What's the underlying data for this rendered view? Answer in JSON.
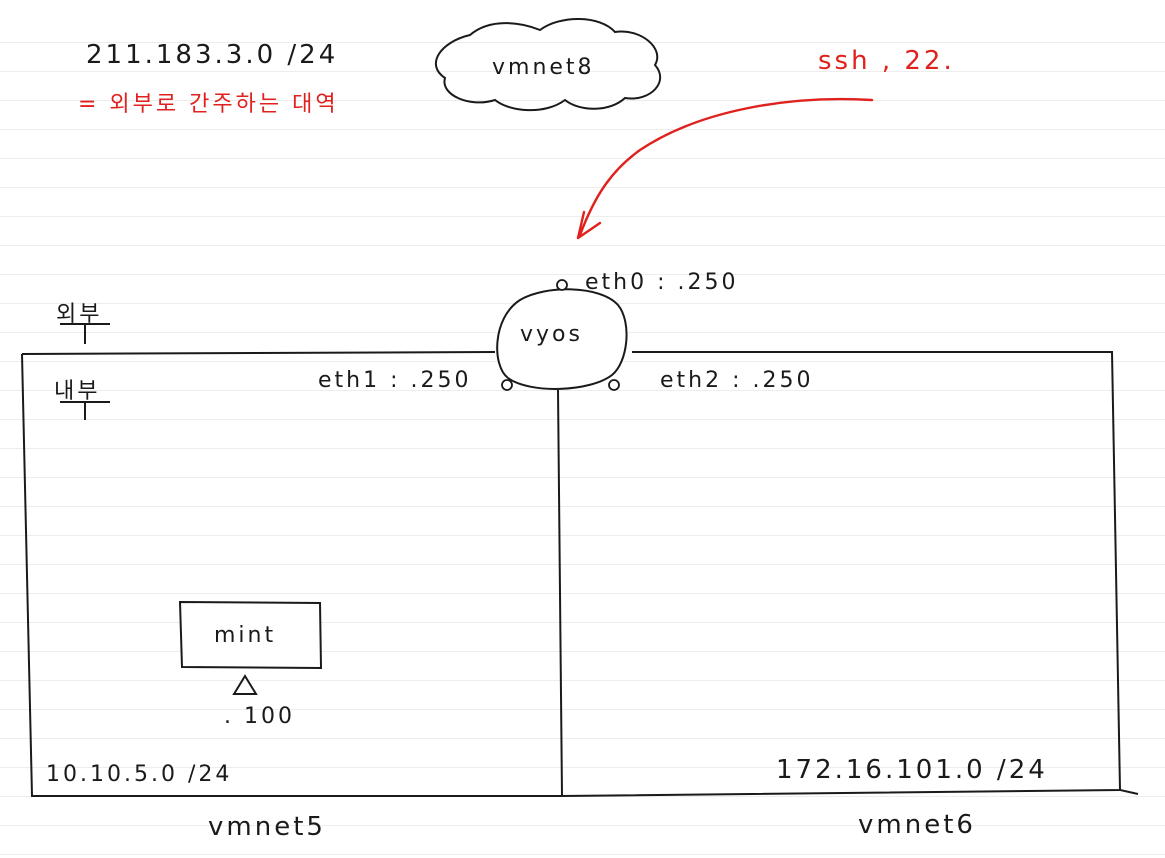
{
  "notes": {
    "external_subnet": "211.183.3.0 /24",
    "external_note": "= 외부로 간주하는 대역",
    "ssh_note": "ssh , 22."
  },
  "cloud": {
    "label": "vmnet8"
  },
  "router": {
    "label": "vyos",
    "eth0": "eth0 : .250",
    "eth1": "eth1 : .250",
    "eth2": "eth2 : .250"
  },
  "zones": {
    "outside": "외부",
    "inside": "내부"
  },
  "left_network": {
    "subnet": "10.10.5.0 /24",
    "vmnet": "vmnet5"
  },
  "right_network": {
    "subnet": "172.16.101.0 /24",
    "vmnet": "vmnet6"
  },
  "host": {
    "label": "mint",
    "ip": ". 100"
  },
  "colors": {
    "ink": "#1a1a1a",
    "annotation": "#e0211d"
  }
}
